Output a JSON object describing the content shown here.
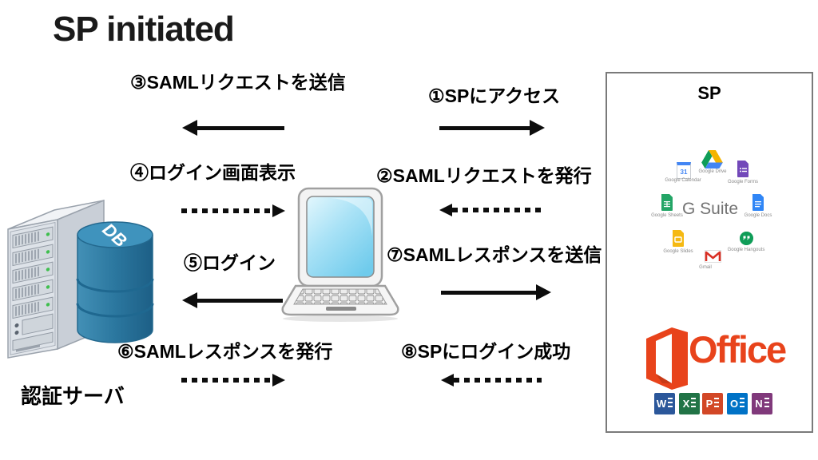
{
  "title": "SP initiated",
  "actors": {
    "auth_server": "認証サーバ",
    "db": "DB",
    "sp": "SP"
  },
  "steps": [
    {
      "label": "①SPにアクセス",
      "style": "solid",
      "direction": "right"
    },
    {
      "label": "②SAMLリクエストを発行",
      "style": "dotted",
      "direction": "left"
    },
    {
      "label": "③SAMLリクエストを送信",
      "style": "solid",
      "direction": "left"
    },
    {
      "label": "④ログイン画面表示",
      "style": "dotted",
      "direction": "right"
    },
    {
      "label": "⑤ログイン",
      "style": "solid",
      "direction": "left"
    },
    {
      "label": "⑥SAMLレスポンスを発行",
      "style": "dotted",
      "direction": "right"
    },
    {
      "label": "⑦SAMLレスポンスを送信",
      "style": "solid",
      "direction": "right"
    },
    {
      "label": "⑧SPにログイン成功",
      "style": "dotted",
      "direction": "left"
    }
  ],
  "gsuite": {
    "wordmark": "G Suite",
    "calendar_day": "31",
    "app_labels": [
      "Google Calendar",
      "Google Drive",
      "Google Forms",
      "Google Sheets",
      "Google Docs",
      "Google Slides",
      "Gmail",
      "Google Hangouts"
    ]
  },
  "office": {
    "wordmark": "Office",
    "letters": [
      "W",
      "X",
      "P",
      "O",
      "N"
    ],
    "icon_colors": [
      "#2B579A",
      "#217346",
      "#D24726",
      "#0072C6",
      "#80397B"
    ]
  },
  "colors": {
    "arrow": "#0d0d0d",
    "office_orange": "#E8431B",
    "db_cylinder_blue": "#2F7CA4",
    "gsuite_gray": "#737373",
    "sp_box_border": "#7a7a7a",
    "laptop_screen_blue": "#7FD2EF"
  }
}
